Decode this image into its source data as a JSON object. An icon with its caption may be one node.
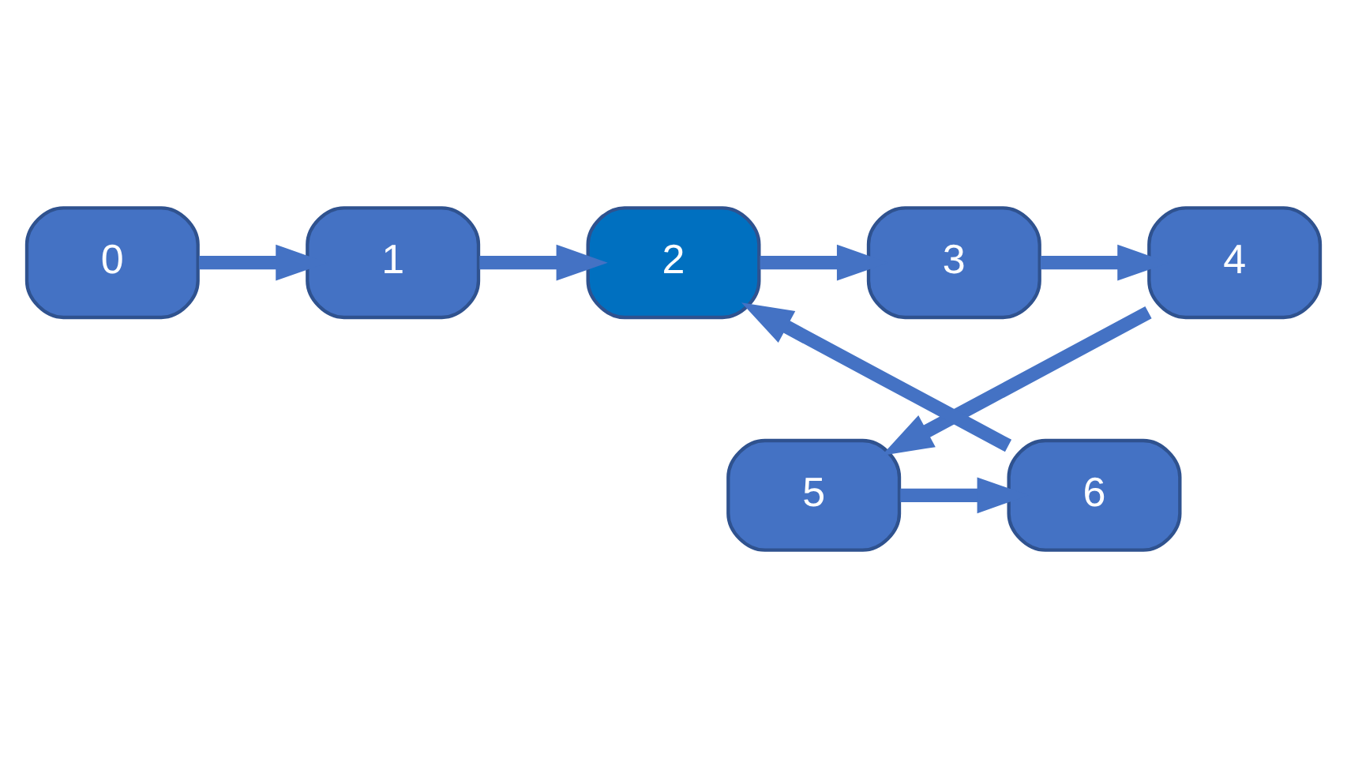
{
  "diagram": {
    "nodes": [
      {
        "text": [
          "0"
        ]
      },
      {
        "text": [
          "1"
        ]
      },
      {
        "text": [
          "2"
        ]
      },
      {
        "text": [
          "3"
        ]
      },
      {
        "text": [
          "4"
        ]
      },
      {
        "text": [
          "5"
        ]
      },
      {
        "text": [
          "6"
        ]
      }
    ],
    "edges": [
      {
        "from": 0,
        "to": 1,
        "arrow": "to"
      },
      {
        "from": 1,
        "to": 2,
        "arrow": "to"
      },
      {
        "from": 2,
        "to": 3,
        "arrow": "to"
      },
      {
        "from": 3,
        "to": 4,
        "arrow": "to"
      },
      {
        "from": 4,
        "to": 5,
        "arrow": "to"
      },
      {
        "from": 5,
        "to": 6,
        "arrow": "to"
      },
      {
        "from": 6,
        "to": 2,
        "arrow": "to"
      }
    ]
  }
}
